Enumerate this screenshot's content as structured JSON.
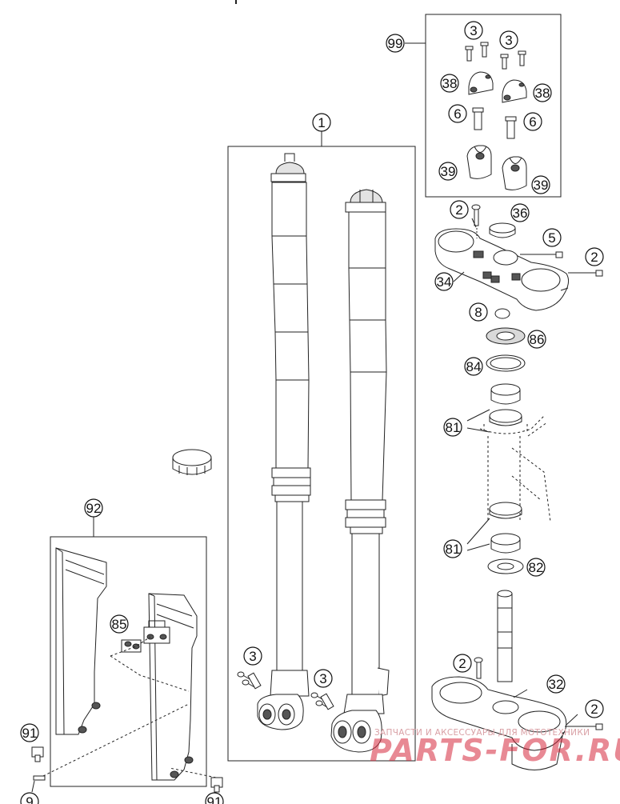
{
  "diagram": {
    "callouts": {
      "c1": "1",
      "c2a": "2",
      "c2b": "2",
      "c2c": "2",
      "c2d": "2",
      "c3a": "3",
      "c3b": "3",
      "c3c": "3",
      "c3d": "3",
      "c5": "5",
      "c6a": "6",
      "c6b": "6",
      "c8": "8",
      "c9": "9",
      "c32": "32",
      "c34": "34",
      "c36": "36",
      "c38a": "38",
      "c38b": "38",
      "c39a": "39",
      "c39b": "39",
      "c81a": "81",
      "c81b": "81",
      "c82": "82",
      "c84": "84",
      "c85": "85",
      "c86": "86",
      "c91a": "91",
      "c91b": "91",
      "c92": "92",
      "c99": "99"
    }
  },
  "watermark": {
    "small": "ЗАПЧАСТИ И АКСЕССУАРЫ ДЛЯ МОТОТЕХНИКИ",
    "big": "PARTS-FOR.RU"
  },
  "colors": {
    "line": "#222222",
    "part_fill": "#ffffff",
    "shade": "#bdbdbd",
    "watermark": "#d6283c"
  }
}
